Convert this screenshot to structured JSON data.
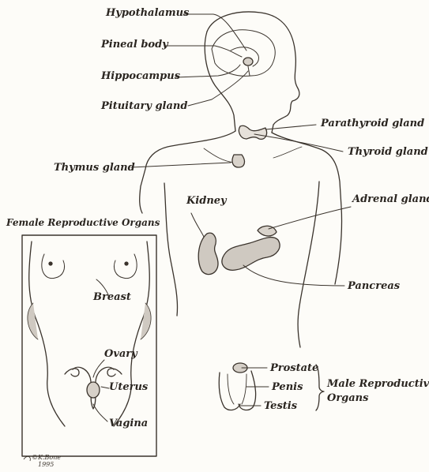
{
  "labels": {
    "hypothalamus": "Hypothalamus",
    "pineal_body": "Pineal body",
    "hippocampus": "Hippocampus",
    "pituitary_gland": "Pituitary gland",
    "parathyroid_gland": "Parathyroid gland",
    "thyroid_gland": "Thyroid gland",
    "thymus_gland": "Thymus gland",
    "kidney": "Kidney",
    "adrenal_gland": "Adrenal gland",
    "pancreas": "Pancreas",
    "prostate": "Prostate",
    "penis": "Penis",
    "testis": "Testis",
    "male_reproductive_1": "Male Reproductive",
    "male_reproductive_2": "Organs",
    "female_title": "Female Reproductive Organs",
    "breast": "Breast",
    "ovary": "Ovary",
    "uterus": "Uterus",
    "vagina": "Vagina"
  },
  "signature": {
    "line1": "©K.Bone",
    "line2": "1995"
  },
  "colors": {
    "ink": "#3a332c",
    "shade": "#b9b3ab",
    "paper": "#fdfcf8"
  }
}
